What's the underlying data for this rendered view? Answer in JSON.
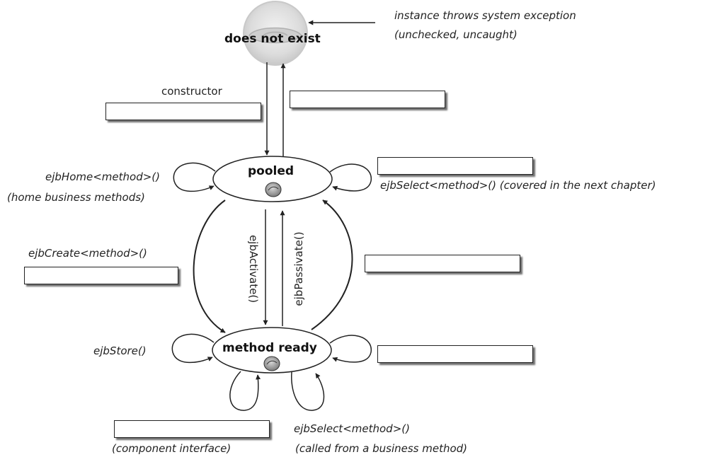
{
  "states": {
    "does_not_exist": "does not exist",
    "pooled": "pooled",
    "method_ready": "method ready"
  },
  "labels": {
    "exception_line1": "instance throws system exception",
    "exception_line2": "(unchecked, uncaught)",
    "constructor": "constructor",
    "ejb_home": "ejbHome<method>()",
    "home_business": "(home business methods)",
    "ejb_select_pooled": "ejbSelect<method>()  (covered in the next chapter)",
    "ejb_create": "ejbCreate<method>()",
    "ejb_activate": "ejbActivate()",
    "ejb_passivate": "ejbPassivate()",
    "ejb_store": "ejbStore()",
    "component_interface": "(component interface)",
    "ejb_select_ready": "ejbSelect<method>()",
    "called_from_business": "(called from a business method)"
  },
  "blanks": {
    "blank_1": "",
    "blank_2": "",
    "blank_3": "",
    "blank_4": "",
    "blank_5": "",
    "blank_6": "",
    "blank_7": ""
  },
  "colors": {
    "line": "#222222",
    "shadow": "#6f6f6f",
    "bean_fill": "#9a9a9a",
    "top_state_fill": "#e4e4e4"
  }
}
